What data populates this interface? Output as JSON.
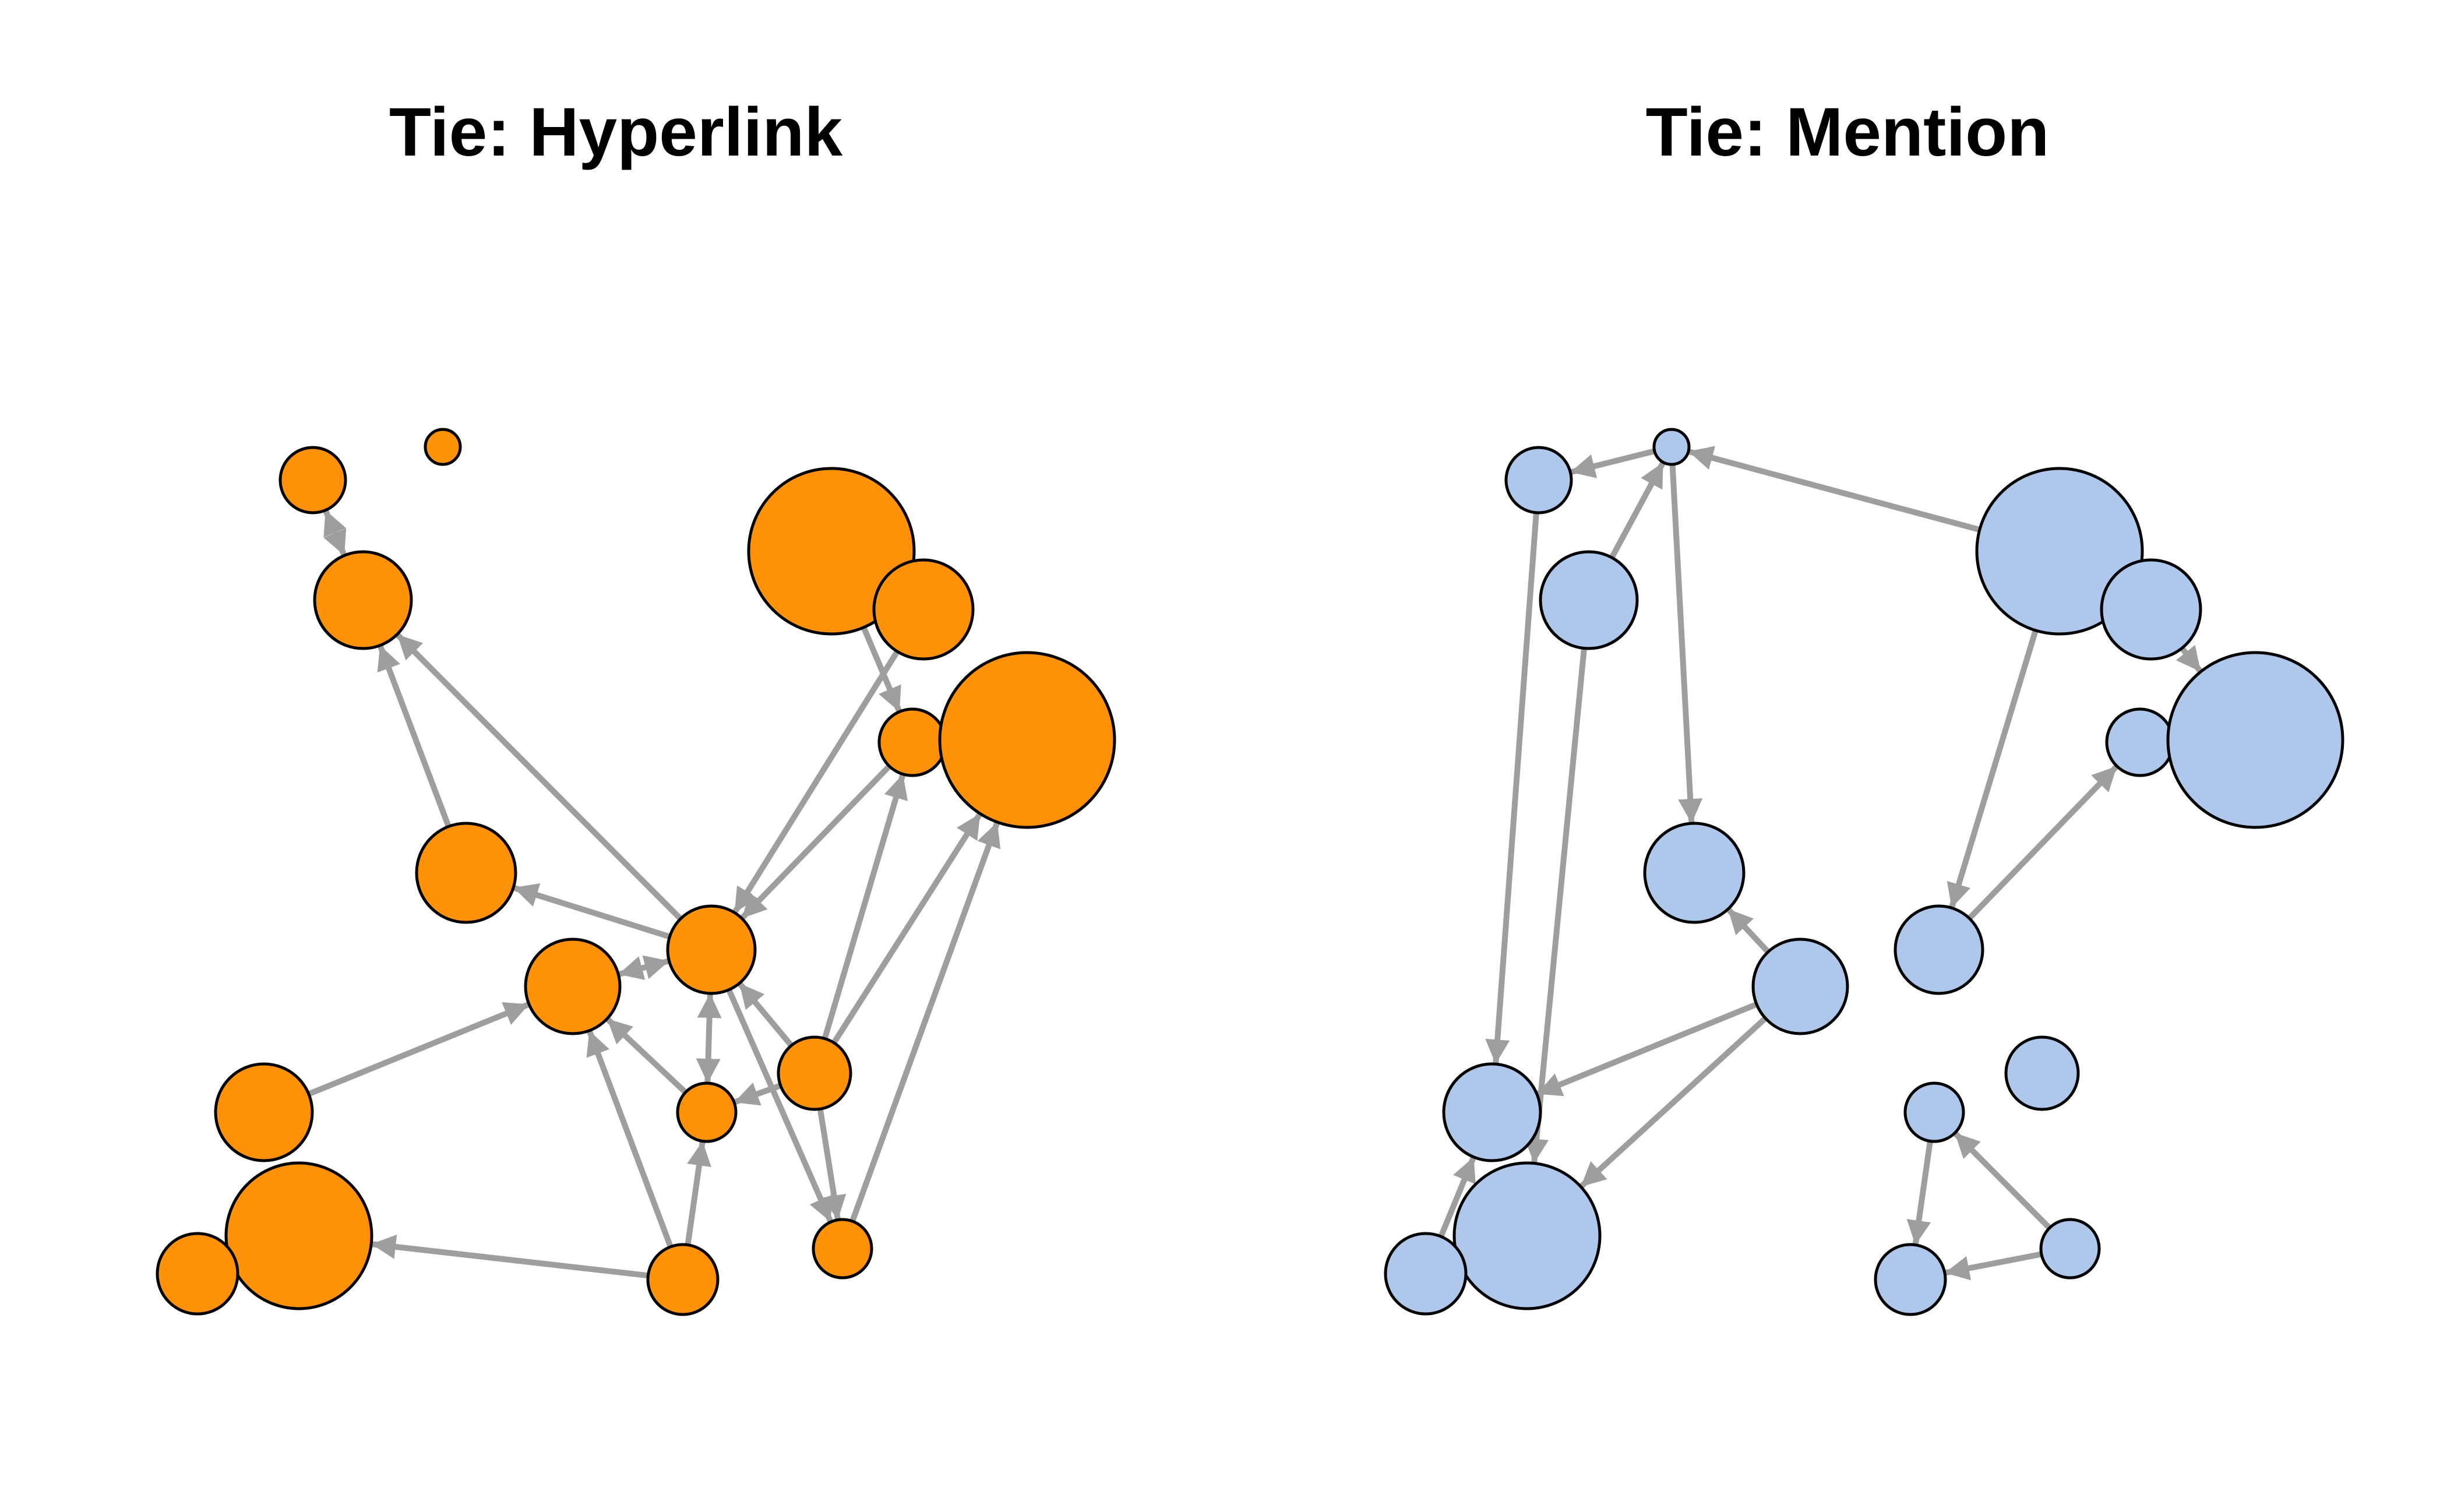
{
  "panels": [
    {
      "title": "Tie: Hyperlink",
      "node_fill": "#FF9208",
      "edge_color": "#9E9E9E",
      "node_stroke": "#000000",
      "nodes": [
        {
          "id": "isolate-a"
        },
        {
          "id": "top-left"
        },
        {
          "id": "upper-left"
        },
        {
          "id": "big-top-right"
        },
        {
          "id": "mid-top-right"
        },
        {
          "id": "small-right"
        },
        {
          "id": "huge-right"
        },
        {
          "id": "mid-left"
        },
        {
          "id": "center"
        },
        {
          "id": "center-left"
        },
        {
          "id": "left"
        },
        {
          "id": "center-right"
        },
        {
          "id": "center-small"
        },
        {
          "id": "bottom-small-right"
        },
        {
          "id": "big-bottom-left"
        },
        {
          "id": "bottom-left"
        },
        {
          "id": "bottom-center"
        }
      ],
      "edges": [
        [
          "upper-left",
          "top-left",
          "both"
        ],
        [
          "mid-left",
          "upper-left",
          "to"
        ],
        [
          "center",
          "upper-left",
          "to"
        ],
        [
          "big-top-right",
          "small-right",
          "to"
        ],
        [
          "center",
          "mid-left",
          "to"
        ],
        [
          "center",
          "center-left",
          "both"
        ],
        [
          "left",
          "center-left",
          "to"
        ],
        [
          "center",
          "center-small",
          "both"
        ],
        [
          "center-right",
          "center-small",
          "to"
        ],
        [
          "center-right",
          "center",
          "to"
        ],
        [
          "center-right",
          "small-right",
          "to"
        ],
        [
          "center-right",
          "huge-right",
          "to"
        ],
        [
          "center",
          "bottom-small-right",
          "to"
        ],
        [
          "center-right",
          "bottom-small-right",
          "to"
        ],
        [
          "mid-top-right",
          "center",
          "to"
        ],
        [
          "small-right",
          "center",
          "to"
        ],
        [
          "bottom-small-right",
          "huge-right",
          "to"
        ],
        [
          "bottom-center",
          "center-small",
          "to"
        ],
        [
          "bottom-center",
          "center-left",
          "to"
        ],
        [
          "center-small",
          "center-left",
          "to"
        ],
        [
          "bottom-center",
          "big-bottom-left",
          "to"
        ]
      ]
    },
    {
      "title": "Tie: Mention",
      "node_fill": "#AEC7EB",
      "edge_color": "#9E9E9E",
      "node_stroke": "#000000",
      "nodes": [
        {
          "id": "tiny-top"
        },
        {
          "id": "top-left"
        },
        {
          "id": "upper-left"
        },
        {
          "id": "big-top-right"
        },
        {
          "id": "mid-top-right"
        },
        {
          "id": "small-right"
        },
        {
          "id": "huge-right"
        },
        {
          "id": "mid-left"
        },
        {
          "id": "center"
        },
        {
          "id": "center-left"
        },
        {
          "id": "left"
        },
        {
          "id": "center-right"
        },
        {
          "id": "center-small"
        },
        {
          "id": "bottom-small-right"
        },
        {
          "id": "big-bottom-left"
        },
        {
          "id": "bottom-left"
        },
        {
          "id": "bottom-center"
        }
      ],
      "edges": [
        [
          "tiny-top",
          "top-left",
          "to"
        ],
        [
          "big-top-right",
          "tiny-top",
          "to"
        ],
        [
          "upper-left",
          "tiny-top",
          "to"
        ],
        [
          "tiny-top",
          "mid-left",
          "to"
        ],
        [
          "top-left",
          "left",
          "to"
        ],
        [
          "upper-left",
          "big-bottom-left",
          "to"
        ],
        [
          "center-left",
          "mid-left",
          "to"
        ],
        [
          "center-left",
          "left",
          "to"
        ],
        [
          "center-left",
          "big-bottom-left",
          "to"
        ],
        [
          "bottom-left",
          "left",
          "to"
        ],
        [
          "big-top-right",
          "center",
          "to"
        ],
        [
          "center",
          "small-right",
          "to"
        ],
        [
          "mid-top-right",
          "huge-right",
          "to"
        ],
        [
          "center-small",
          "bottom-center",
          "to"
        ],
        [
          "bottom-small-right",
          "bottom-center",
          "to"
        ],
        [
          "bottom-small-right",
          "center-small",
          "to"
        ]
      ]
    }
  ]
}
